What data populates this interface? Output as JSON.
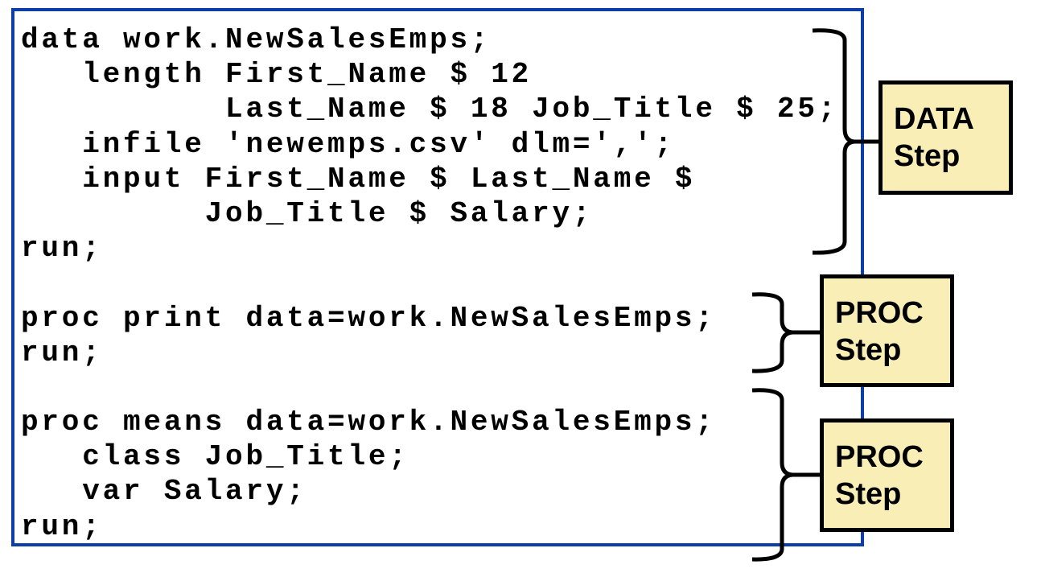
{
  "code_lines": [
    "data work.NewSalesEmps;",
    "   length First_Name $ 12",
    "          Last_Name $ 18 Job_Title $ 25;",
    "   infile 'newemps.csv' dlm=',';",
    "   input First_Name $ Last_Name $",
    "         Job_Title $ Salary;",
    "run;",
    "",
    "proc print data=work.NewSalesEmps;",
    "run;",
    "",
    "proc means data=work.NewSalesEmps;",
    "   class Job_Title;",
    "   var Salary;",
    "run;"
  ],
  "labels": {
    "data_step": {
      "line1": "DATA",
      "line2": "Step"
    },
    "proc_step_1": {
      "line1": "PROC",
      "line2": "Step"
    },
    "proc_step_2": {
      "line1": "PROC",
      "line2": "Step"
    }
  },
  "colors": {
    "border": "#0b3ea6",
    "label_fill": "#f9efb6"
  }
}
